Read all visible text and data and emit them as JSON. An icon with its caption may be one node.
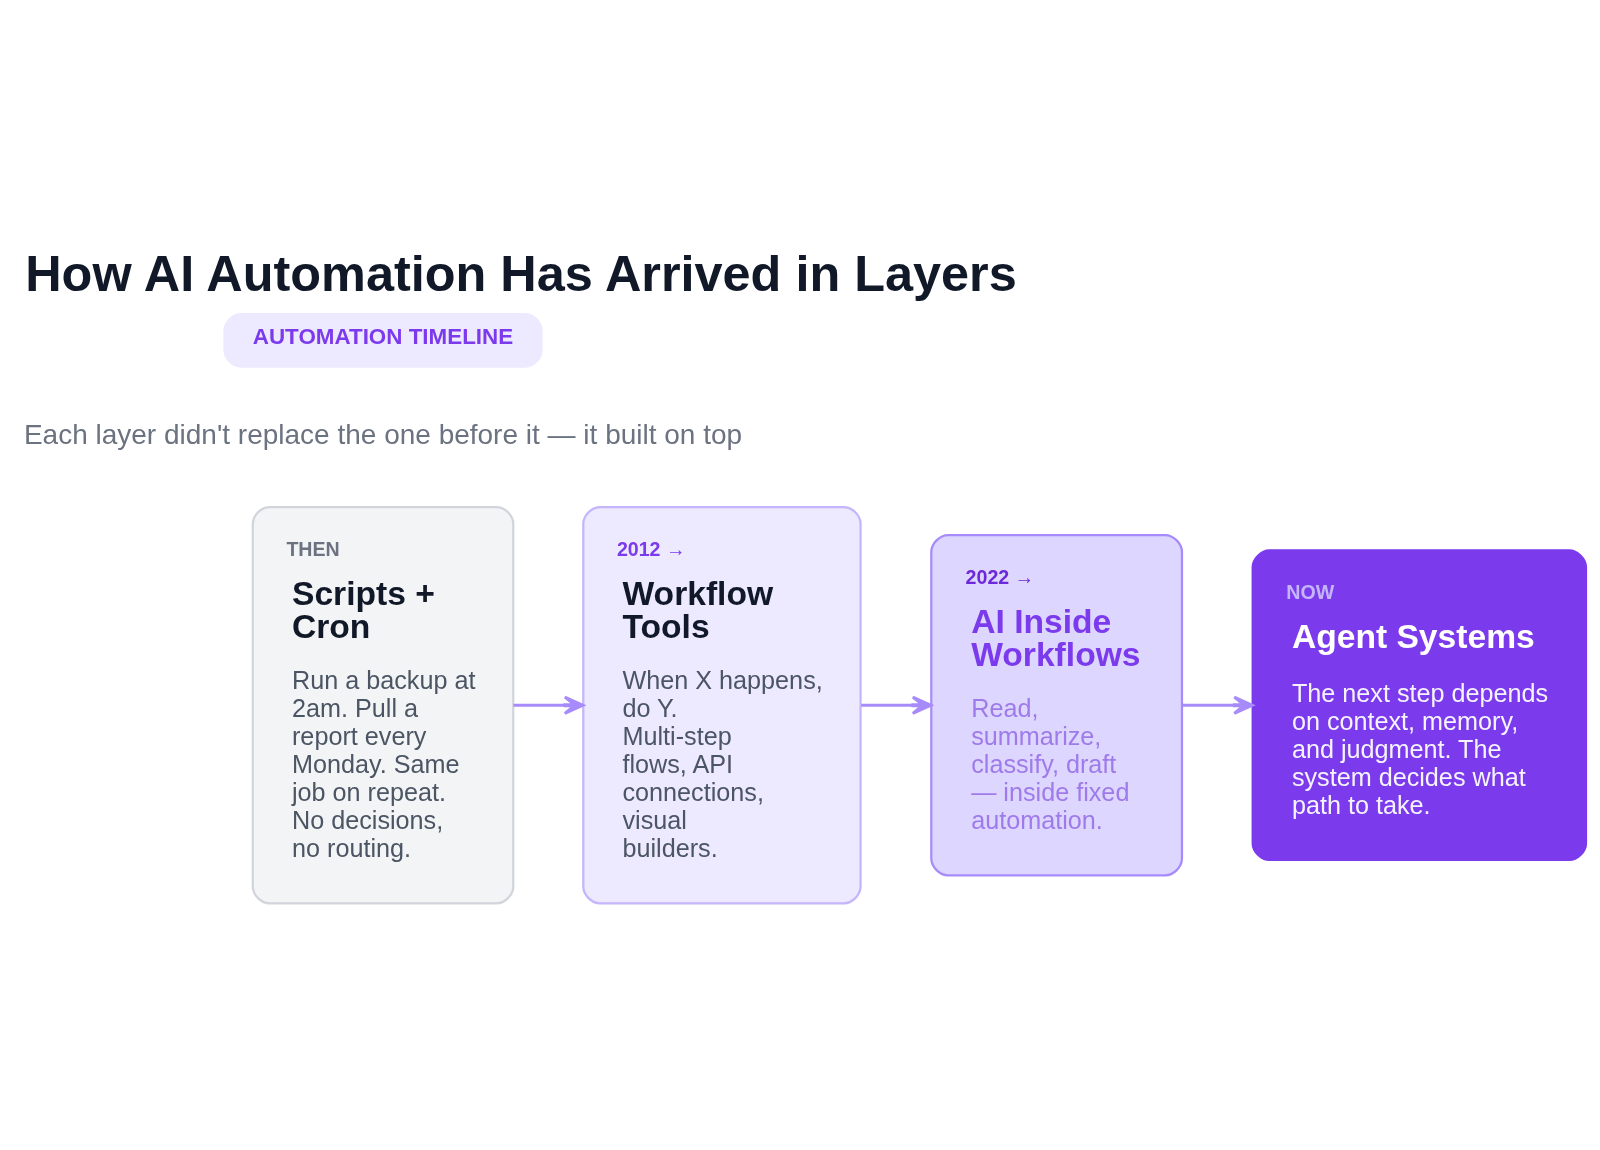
{
  "diagram": {
    "title": "How AI Automation Has Arrived in Layers",
    "nodes": [
      {
        "text": [
          "AUTOMATION TIMELINE"
        ]
      },
      {
        "text": [
          "THEN",
          "Scripts + Cron",
          "Run a backup at 2am. Pull a report every Monday. Same job on repeat. No decisions, no routing."
        ]
      },
      {
        "text": [
          "2012 →",
          "Workflow Tools",
          "When X happens, do Y. Multi-step flows, API connections, visual builders."
        ]
      },
      {
        "text": [
          "2022 →",
          "AI Inside Workflows",
          "Read, summarize, classify, draft — inside fixed automation."
        ]
      },
      {
        "text": [
          "NOW",
          "Agent Systems",
          "The next step depends on context, memory, and judgment. The system decides what path to take."
        ]
      }
    ],
    "edges": [
      {
        "from": 1,
        "to": 2,
        "arrow": "to"
      },
      {
        "from": 2,
        "to": 3,
        "arrow": "to"
      },
      {
        "from": 3,
        "to": 4,
        "arrow": "to"
      }
    ],
    "labels": [
      "Each layer didn't replace the one before it — it built on top"
    ]
  }
}
